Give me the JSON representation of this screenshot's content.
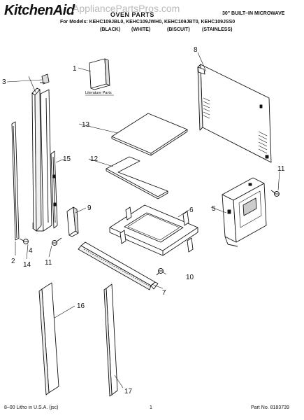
{
  "header": {
    "brand": "KitchenAid",
    "watermark": "AppliancePartsPros.com",
    "title": "OVEN PARTS",
    "product": "30\" BUILT–IN MICROWAVE",
    "models_line": "For Models: KEHC109JBL0, KEHC109JWH0, KEHC109JBT0, KEHC109JSS0",
    "finishes": [
      "(BLACK)",
      "(WHITE)",
      "(BISCUIT)",
      "(STAINLESS)"
    ]
  },
  "callouts": [
    "1",
    "2",
    "3",
    "4",
    "5",
    "6",
    "7",
    "8",
    "9",
    "10",
    "11",
    "11",
    "12",
    "13",
    "14",
    "15",
    "16",
    "17"
  ],
  "literature_label": "Literature Parts",
  "footer": {
    "litho": "8–00 Litho in U.S.A. (jsc)",
    "page": "1",
    "part_no": "Part No. 8183739"
  }
}
